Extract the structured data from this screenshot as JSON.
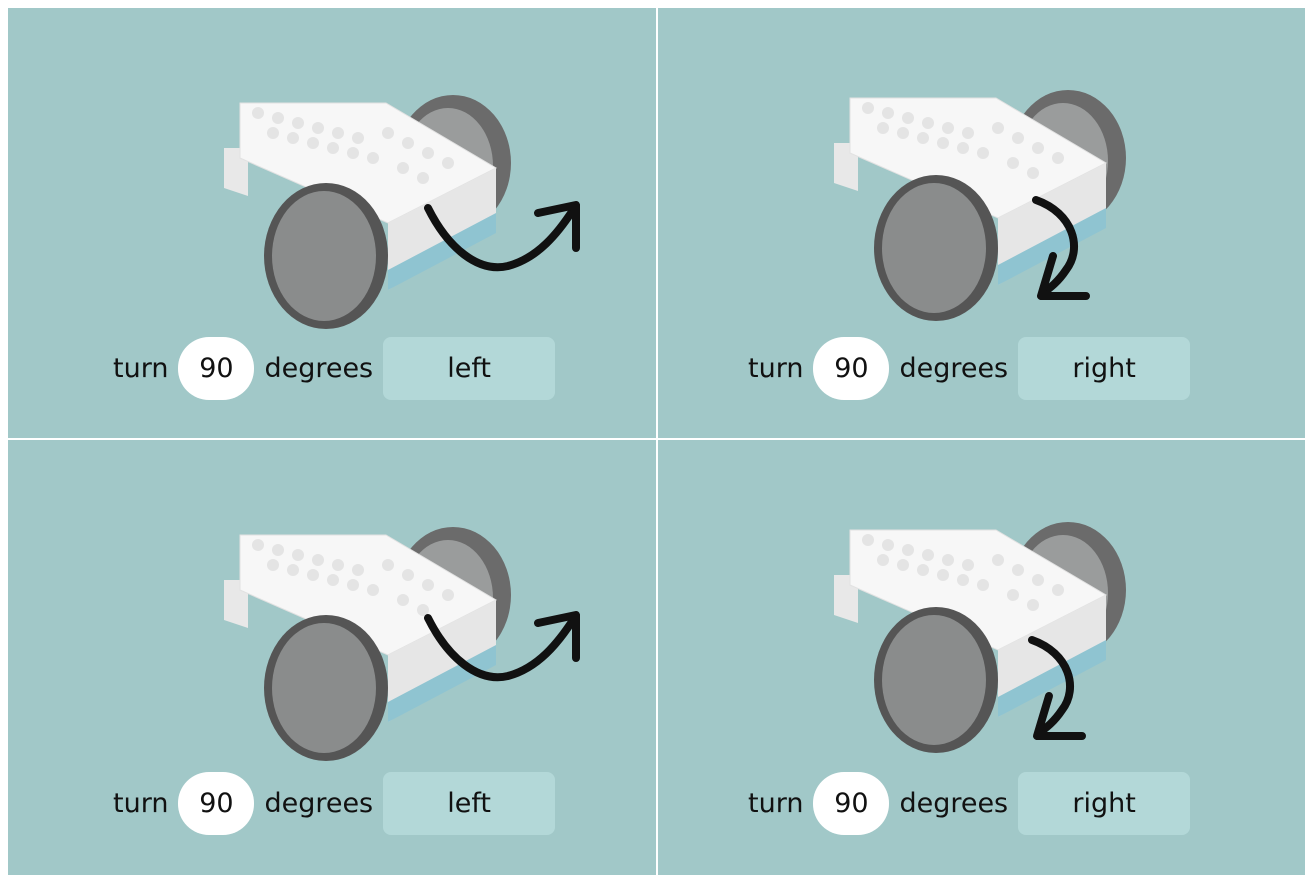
{
  "colors": {
    "background": "#a1c8c8",
    "number_pill": "#ffffff",
    "direction_box": "#b3d8d8",
    "wheel": "#8a8c8c",
    "wheel_rim": "#555555",
    "robot_body": "#f3f3f3",
    "robot_base": "#8fc4d1",
    "arrow": "#111111"
  },
  "panels": [
    {
      "turn": "turn",
      "value": "90",
      "unit": "degrees",
      "direction": "left",
      "arrow_icon": "curved-arrow-up-right-icon"
    },
    {
      "turn": "turn",
      "value": "90",
      "unit": "degrees",
      "direction": "right",
      "arrow_icon": "curved-arrow-down-left-icon"
    },
    {
      "turn": "turn",
      "value": "90",
      "unit": "degrees",
      "direction": "left",
      "arrow_icon": "curved-arrow-up-right-icon"
    },
    {
      "turn": "turn",
      "value": "90",
      "unit": "degrees",
      "direction": "right",
      "arrow_icon": "curved-arrow-down-left-icon"
    }
  ]
}
